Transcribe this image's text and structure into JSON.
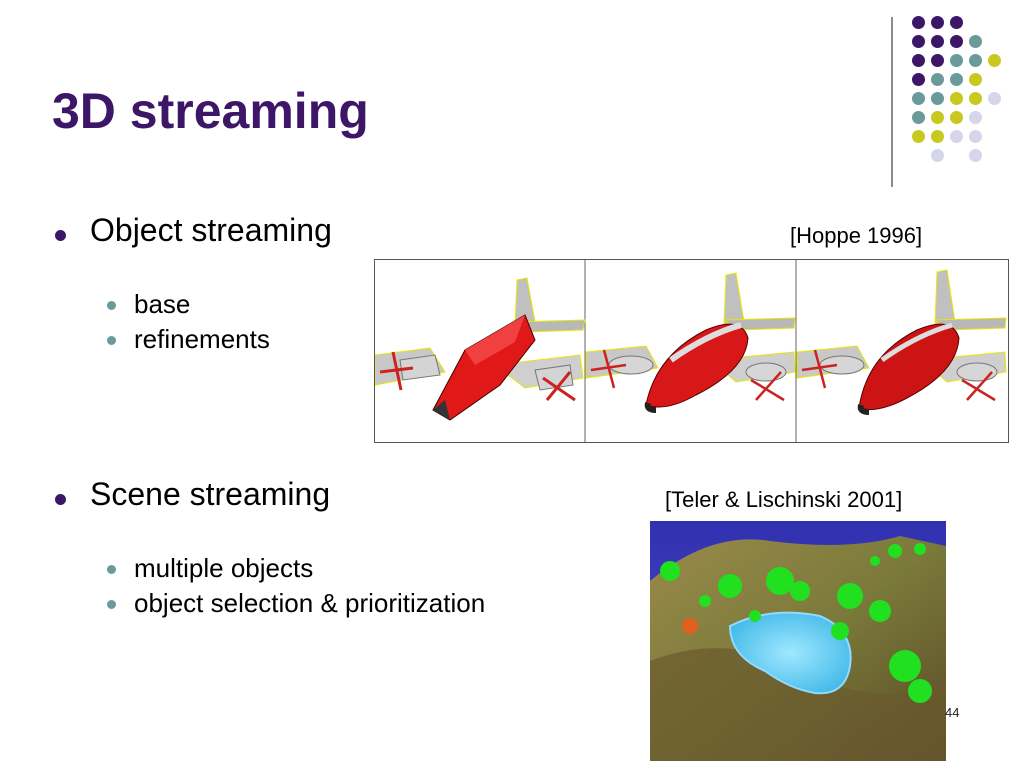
{
  "slide": {
    "title": "3D streaming",
    "page_number": "44"
  },
  "sections": [
    {
      "heading": "Object streaming",
      "citation": "[Hoppe 1996]",
      "items": [
        "base",
        "refinements"
      ]
    },
    {
      "heading": "Scene streaming",
      "citation": "[Teler & Lischinski 2001]",
      "items": [
        "multiple objects",
        "object selection & prioritization"
      ]
    }
  ],
  "colors": {
    "title": "#3d1668",
    "purple": "#3d1668",
    "teal": "#6b9a9a",
    "lime": "#c8c81e",
    "lavender": "#d6d6ea",
    "plane_red": "#d81818"
  }
}
